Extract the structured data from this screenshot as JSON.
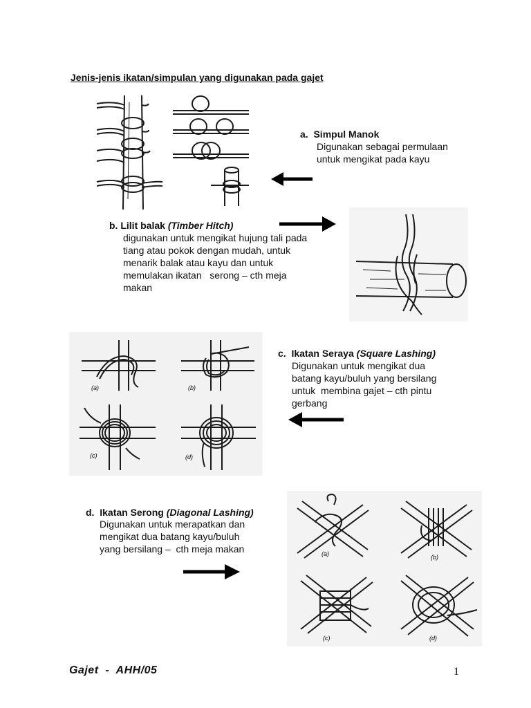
{
  "page_title": "Jenis-jenis ikatan/simpulan yang digunakan pada gajet",
  "sections": [
    {
      "label": "a.",
      "name": "Simpul Manok",
      "english": "",
      "description": [
        "Digunakan sebagai permulaan",
        "untuk mengikat pada kayu"
      ]
    },
    {
      "label": "b.",
      "name": "Lilit balak",
      "english": "(Timber Hitch)",
      "description": [
        "digunakan untuk mengikat hujung tali pada",
        "tiang atau pokok dengan mudah, untuk",
        "menarik balak atau kayu dan untuk",
        "memulakan ikatan   serong – cth meja",
        "makan"
      ]
    },
    {
      "label": "c.",
      "name": "Ikatan Seraya",
      "english": "(Square Lashing)",
      "description": [
        "Digunakan untuk mengikat dua",
        "batang kayu/buluh yang bersilang",
        "untuk  membina gajet – cth pintu",
        "gerbang"
      ]
    },
    {
      "label": "d.",
      "name": "Ikatan Serong",
      "english": "(Diagonal Lashing)",
      "description": [
        "Digunakan untuk merapatkan dan",
        "mengikat dua batang kayu/buluh",
        "yang bersilang –  cth meja makan"
      ]
    }
  ],
  "figure_labels": {
    "square": [
      "(a)",
      "(b)",
      "(c)",
      "(d)"
    ],
    "diagonal": [
      "(a)",
      "(b)",
      "(c)",
      "(d)"
    ]
  },
  "footer": {
    "left": "Gajet  -  AHH/05",
    "page_number": "1"
  }
}
